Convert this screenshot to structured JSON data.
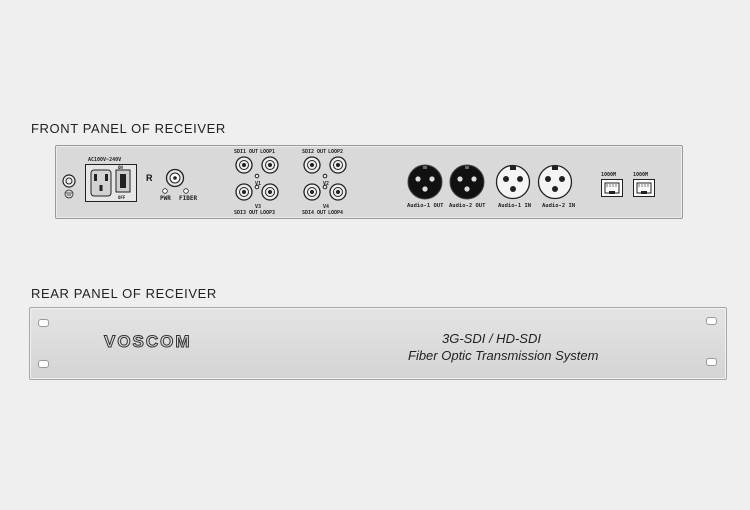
{
  "front_title": "FRONT PANEL OF RECEIVER",
  "rear_title": "REAR PANEL OF RECEIVER",
  "front_panel": {
    "ac_label": "AC100V~240V",
    "fuse_on": "ON",
    "fuse_off": "OFF",
    "r_label": "R",
    "pwr_label": "PWR",
    "fiber_label": "FIBER",
    "sdi_group_1": {
      "top_out": "SDI1 OUT",
      "top_loop": "LOOP1",
      "mid_top": "V1",
      "mid_bottom": "V3",
      "bottom_out": "SDI3 OUT",
      "bottom_loop": "LOOP3"
    },
    "sdi_group_2": {
      "top_out": "SDI2 OUT",
      "top_loop": "LOOP2",
      "mid_top": "V2",
      "mid_bottom": "V4",
      "bottom_out": "SDI4 OUT",
      "bottom_loop": "LOOP4"
    },
    "audio_labels": [
      "Audio-1 OUT",
      "Audio-2 OUT",
      "Audio-1 IN",
      "Audio-2 IN"
    ],
    "lan_labels": [
      "1000M",
      "1000M"
    ]
  },
  "rear_panel": {
    "brand": "VOSCOM",
    "line1": "3G-SDI / HD-SDI",
    "line2": "Fiber Optic Transmission System"
  }
}
